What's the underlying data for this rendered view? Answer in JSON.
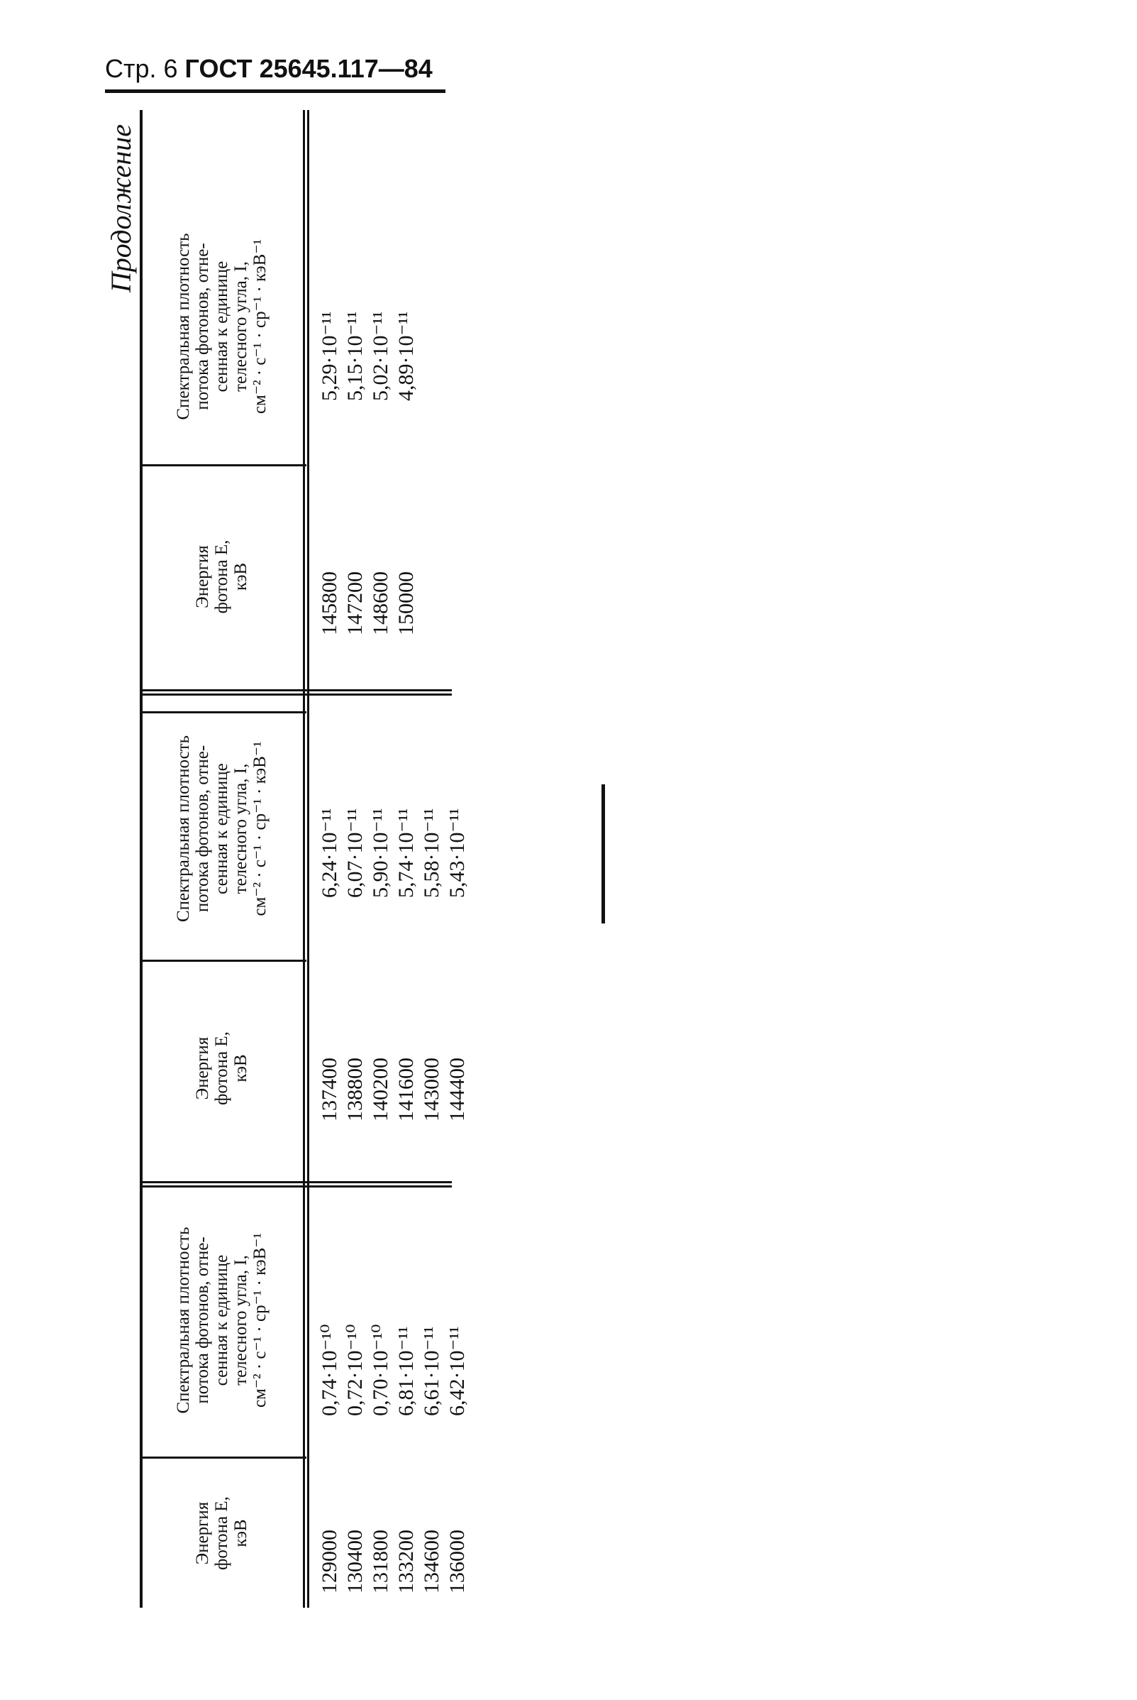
{
  "header": {
    "page_label": "Стр. 6",
    "standard": "ГОСТ 25645.117—84"
  },
  "continuation_label": "Продолжение",
  "table": {
    "energy_header": [
      "Энергия",
      "фотона E,",
      "кэВ"
    ],
    "density_header": [
      "Спектральная плотность",
      "потока фотонов, отне-",
      "сенная к единице",
      "телесного угла, I,",
      "см⁻² · с⁻¹ · ср⁻¹ · кэВ⁻¹"
    ],
    "groups": [
      {
        "energies": [
          "129000",
          "130400",
          "131800",
          "133200",
          "134600",
          "136000"
        ],
        "densities": [
          "0,74·10⁻¹⁰",
          "0,72·10⁻¹⁰",
          "0,70·10⁻¹⁰",
          "6,81·10⁻¹¹",
          "6,61·10⁻¹¹",
          "6,42·10⁻¹¹"
        ]
      },
      {
        "energies": [
          "137400",
          "138800",
          "140200",
          "141600",
          "143000",
          "144400"
        ],
        "densities": [
          "6,24·10⁻¹¹",
          "6,07·10⁻¹¹",
          "5,90·10⁻¹¹",
          "5,74·10⁻¹¹",
          "5,58·10⁻¹¹",
          "5,43·10⁻¹¹"
        ]
      },
      {
        "energies": [
          "145800",
          "147200",
          "148600",
          "150000"
        ],
        "densities": [
          "5,29·10⁻¹¹",
          "5,15·10⁻¹¹",
          "5,02·10⁻¹¹",
          "4,89·10⁻¹¹"
        ]
      }
    ]
  }
}
